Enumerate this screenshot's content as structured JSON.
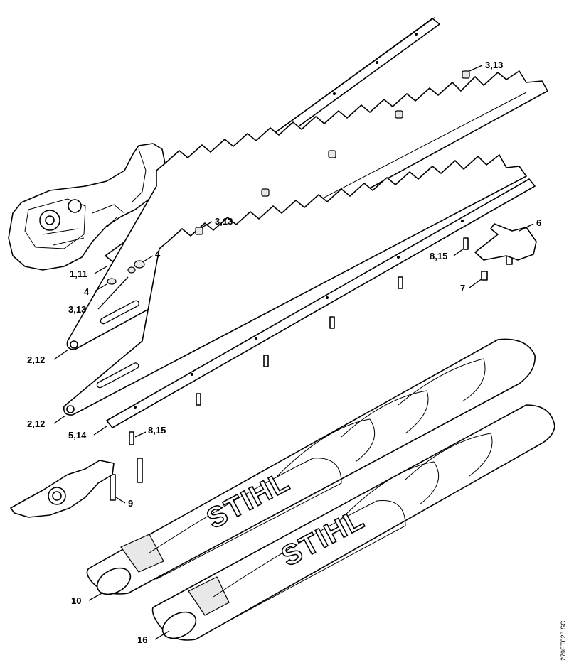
{
  "diagram": {
    "doc_code": "279ET028 SC",
    "brand": "STIHL",
    "callouts": [
      {
        "id": "c-3-13-top",
        "label": "3,13"
      },
      {
        "id": "c-3-13-mid",
        "label": "3,13"
      },
      {
        "id": "c-4-right",
        "label": "4"
      },
      {
        "id": "c-1-11",
        "label": "1,11"
      },
      {
        "id": "c-4-left",
        "label": "4"
      },
      {
        "id": "c-3-13-left",
        "label": "3,13"
      },
      {
        "id": "c-6",
        "label": "6"
      },
      {
        "id": "c-8-15-top",
        "label": "8,15"
      },
      {
        "id": "c-7",
        "label": "7"
      },
      {
        "id": "c-2-12-top",
        "label": "2,12"
      },
      {
        "id": "c-2-12-bottom",
        "label": "2,12"
      },
      {
        "id": "c-5-14",
        "label": "5,14"
      },
      {
        "id": "c-8-15-bottom",
        "label": "8,15"
      },
      {
        "id": "c-9",
        "label": "9"
      },
      {
        "id": "c-10",
        "label": "10"
      },
      {
        "id": "c-16",
        "label": "16"
      }
    ]
  }
}
